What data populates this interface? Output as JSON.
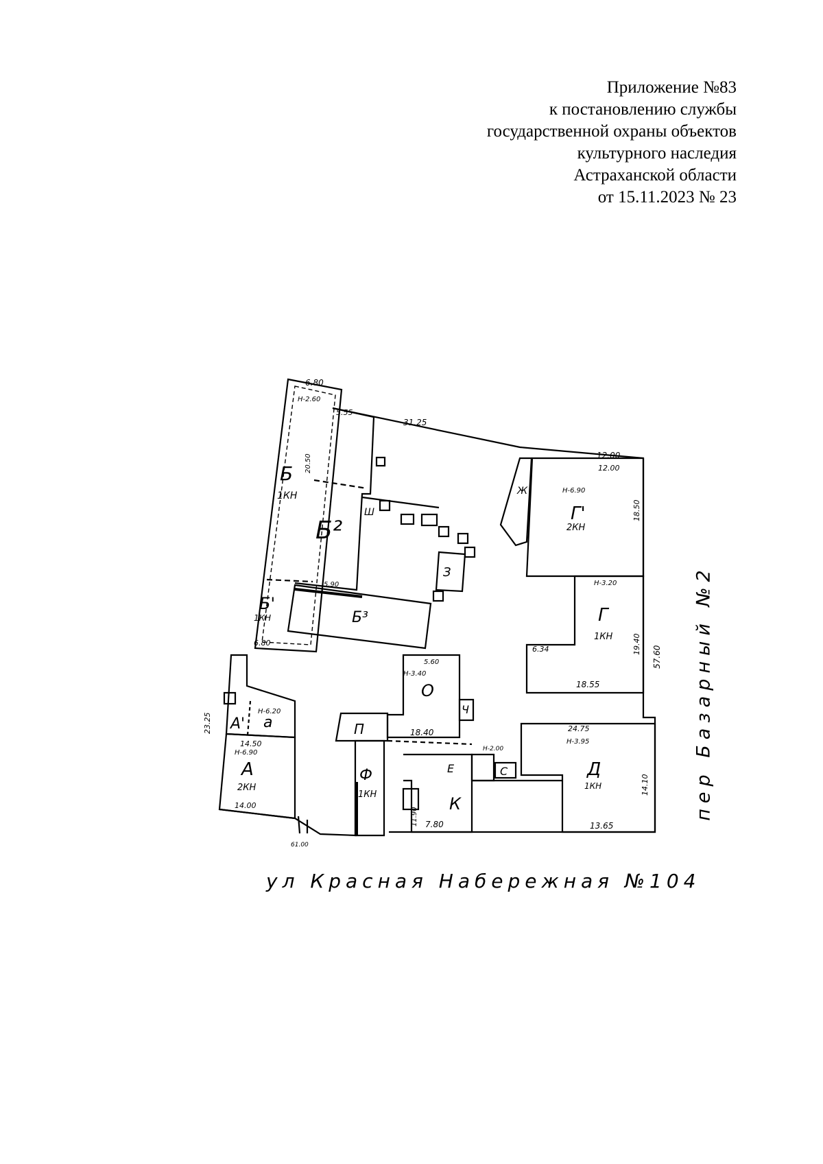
{
  "header": {
    "line1": "Приложение №83",
    "line2": "к постановлению службы",
    "line3": "государственной охраны объектов",
    "line4": "культурного наследия",
    "line5": "Астраханской области",
    "line6": "от 15.11.2023 № 23"
  },
  "plan": {
    "street_label": "ул Красная Набережная №104",
    "lane_label": "пер Базарный №2",
    "buildings": {
      "b": {
        "letter": "Б",
        "floors": "1КН"
      },
      "b2": {
        "letter": "Б²"
      },
      "b1": {
        "letter": "Б'",
        "floors": "1КН"
      },
      "b3": {
        "letter": "Б³"
      },
      "g1": {
        "letter": "Г'",
        "floors": "2КН"
      },
      "g": {
        "letter": "Г",
        "floors": "1КН"
      },
      "o": {
        "letter": "О"
      },
      "ch": {
        "letter": "Ч"
      },
      "p": {
        "letter": "П"
      },
      "f": {
        "letter": "Ф",
        "floors": "1КН"
      },
      "a1": {
        "letter": "А'"
      },
      "a_small": {
        "letter": "а"
      },
      "a": {
        "letter": "А",
        "floors": "2КН"
      },
      "d": {
        "letter": "Д",
        "floors": "1КН"
      },
      "k": {
        "letter": "К"
      },
      "z": {
        "letter": "З"
      },
      "sh": {
        "letter": "Ш"
      },
      "zh": {
        "letter": "Ж"
      },
      "e": {
        "letter": "Е"
      },
      "s": {
        "letter": "С"
      }
    },
    "dims": {
      "d680top": "6.80",
      "d555": "5.55",
      "d3125": "31.25",
      "d1200": "12.00",
      "d1200b": "12.00",
      "d1850": "18.50",
      "d1940": "19.40",
      "d5760": "57.60",
      "d1855": "18.55",
      "d634": "6.34",
      "d2475": "24.75",
      "d1410": "14.10",
      "d1365": "13.65",
      "d780": "7.80",
      "d1840": "18.40",
      "d1450": "14.50",
      "d1400": "14.00",
      "d2325": "23.25",
      "d6100": "61.00",
      "d680b": "6.80",
      "d560": "5.60",
      "d590": "5.90",
      "d1190": "11.90",
      "d2050": "20.50",
      "h260": "Н-2.60",
      "h340": "Н-3.40",
      "h320": "Н-3.20",
      "h395": "Н-3.95",
      "h690a": "Н-6.90",
      "h690b": "Н-6.90",
      "h620": "Н-6.20",
      "h200": "Н-2.00"
    }
  }
}
